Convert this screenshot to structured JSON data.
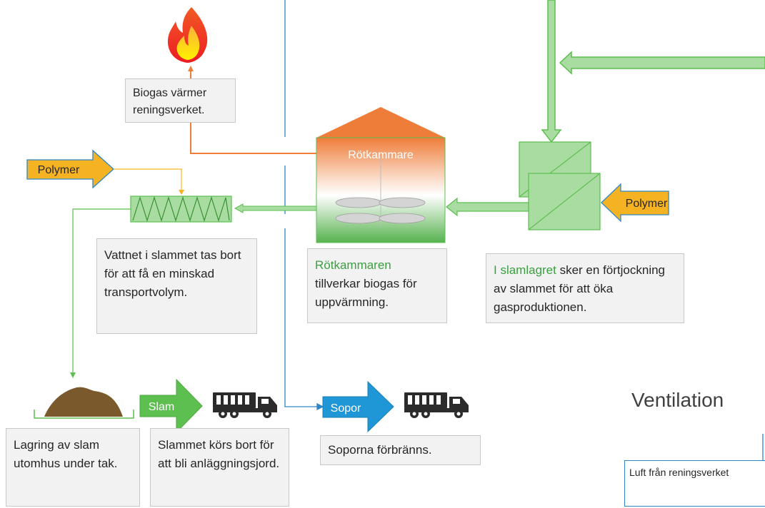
{
  "labels": {
    "rotkammare": "Rötkammare",
    "polymer_left": "Polymer",
    "polymer_right": "Polymer",
    "slam": "Slam",
    "sopor": "Sopor",
    "ventilation": "Ventilation"
  },
  "boxes": {
    "biogas": "Biogas värmer reningsverket.",
    "vattnet": "Vattnet i slammet tas bort för att få en minskad transportvolym.",
    "rotkammaren_highlight": "Rötkammaren",
    "rotkammaren_rest": "tillverkar biogas för uppvärmning.",
    "slamlagret_highlight": "I slamlagret",
    "slamlagret_rest": " sker en förtjockning av slammet för att öka gasproduktionen.",
    "lagring": "Lagring av slam utomhus under tak.",
    "slammet": "Slammet körs bort för att bli anläggningsjord.",
    "soporna": "Soporna förbränns.",
    "luft": "Luft från reningsverket"
  },
  "colors": {
    "green_arrow": "#5cbf4f",
    "light_green": "#a9dca0",
    "orange": "#ef7d3a",
    "polymer_fill": "#f5b324",
    "blue": "#2e86c8",
    "sopor_fill": "#1f96d5",
    "truck": "#2b2b2b",
    "pile": "#7a5a2c"
  },
  "icons": [
    "flame-icon",
    "truck-icon",
    "sludge-pile-icon",
    "mixer-icon",
    "dewater-screw-icon"
  ]
}
